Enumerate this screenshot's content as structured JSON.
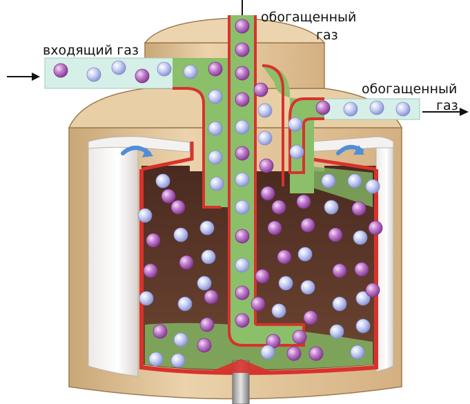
{
  "labels": {
    "inlet_gas": "входящий газ",
    "top_outlet_line1": "обогащенный",
    "top_outlet_line2": "газ",
    "side_outlet_line1": "обогащенный",
    "side_outlet_line2": "газ"
  },
  "colors": {
    "casing": "#e3c59a",
    "casing_dark": "#bf9c6c",
    "interior": "#5a3528",
    "gas_green": "#8bbf6a",
    "inlet_pipe": "#d6efe8",
    "wall_red": "#d8322c",
    "heavy_molecule": "#b36fc0",
    "light_molecule": "#b9c3ef"
  },
  "molecule_types": [
    "heavy",
    "light"
  ]
}
